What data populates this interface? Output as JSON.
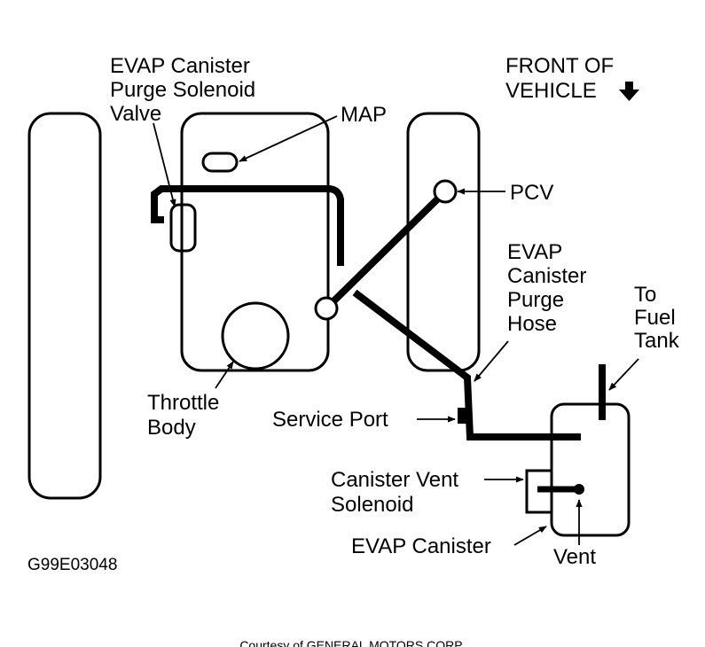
{
  "labels": {
    "evap_purge_valve": [
      "EVAP Canister",
      "Purge Solenoid",
      "Valve"
    ],
    "map": "MAP",
    "front_of_vehicle": [
      "FRONT OF",
      "VEHICLE"
    ],
    "pcv": "PCV",
    "evap_purge_hose": [
      "EVAP",
      "Canister",
      "Purge",
      "Hose"
    ],
    "to_fuel_tank": [
      "To",
      "Fuel",
      "Tank"
    ],
    "throttle_body": [
      "Throttle",
      "Body"
    ],
    "service_port": "Service Port",
    "canister_vent_solenoid": [
      "Canister Vent",
      "Solenoid"
    ],
    "evap_canister": "EVAP Canister",
    "vent": "Vent"
  },
  "figure_code": "G99E03048",
  "courtesy": "Courtesy of GENERAL MOTORS CORP."
}
